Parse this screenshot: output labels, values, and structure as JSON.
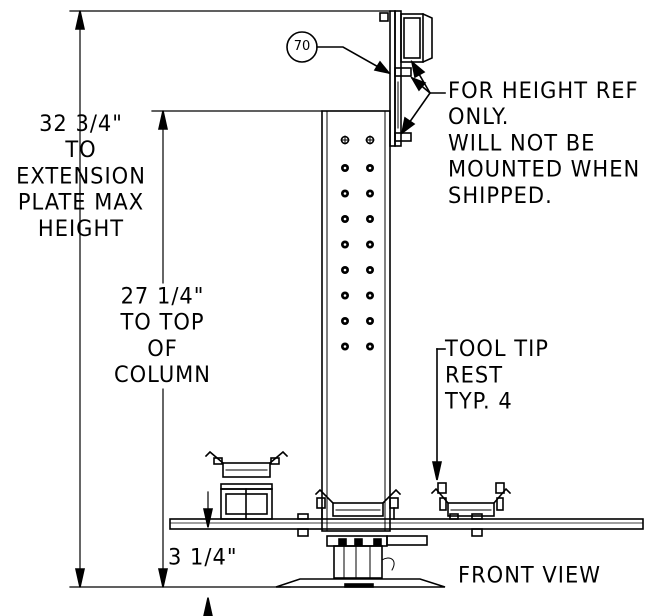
{
  "callout_number": "70",
  "labels": {
    "overall_height": [
      "32 3/4\"",
      "TO",
      "EXTENSION",
      "PLATE MAX",
      "HEIGHT"
    ],
    "column_height": [
      "27 1/4\"",
      "TO TOP",
      "OF",
      "COLUMN"
    ],
    "height_ref_note": [
      "FOR HEIGHT REF",
      "ONLY.",
      "WILL NOT BE",
      "MOUNTED WHEN",
      "SHIPPED."
    ],
    "tool_tip": [
      "TOOL TIP",
      "REST",
      "TYP. 4"
    ],
    "base_height": "3 1/4\"",
    "view_name": "FRONT VIEW"
  },
  "colors": {
    "line": "#000000",
    "background": "#ffffff"
  }
}
